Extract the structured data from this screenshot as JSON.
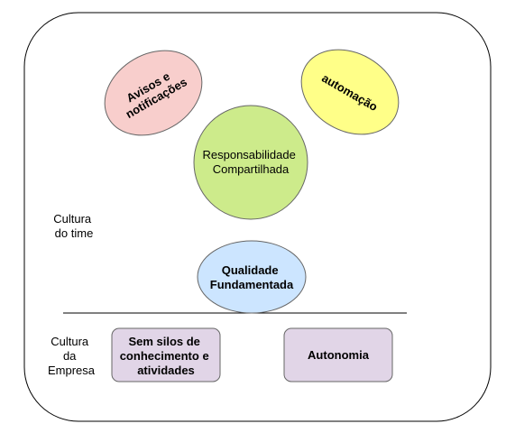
{
  "nodes": {
    "avisos": {
      "lines": [
        "Avisos e",
        "notificações"
      ],
      "fill": "#f8cecc"
    },
    "automacao": {
      "lines": [
        "automação"
      ],
      "fill": "#ffff88"
    },
    "responsabilidade": {
      "lines": [
        "Responsabilidade",
        "Compartilhada"
      ],
      "fill": "#cdeb8b"
    },
    "qualidade": {
      "lines": [
        "Qualidade",
        "Fundamentada"
      ],
      "fill": "#cce5ff"
    },
    "sem_silos": {
      "lines": [
        "Sem silos de",
        "conhecimento e",
        "atividades"
      ],
      "fill": "#e1d5e7"
    },
    "autonomia": {
      "lines": [
        "Autonomia"
      ],
      "fill": "#e1d5e7"
    }
  },
  "labels": {
    "cultura_time": [
      "Cultura",
      "do time"
    ],
    "cultura_empresa": [
      "Cultura",
      "da",
      "Empresa"
    ]
  },
  "colors": {
    "stroke": "#000000",
    "shape_stroke": "#666666"
  }
}
